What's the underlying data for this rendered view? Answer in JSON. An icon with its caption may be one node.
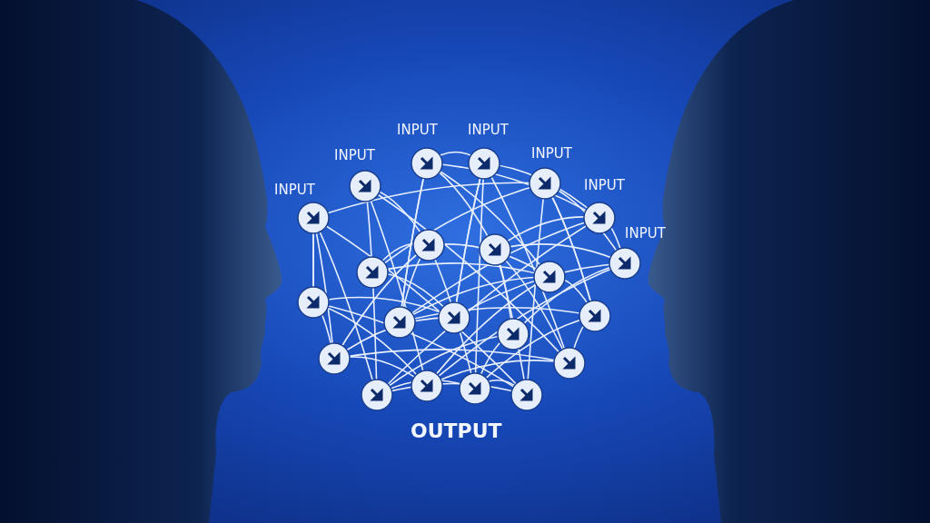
{
  "diagram": {
    "labels": [
      "INPUT",
      "INPUT",
      "INPUT",
      "INPUT",
      "INPUT",
      "INPUT",
      "INPUT",
      "OUTPUT"
    ]
  }
}
